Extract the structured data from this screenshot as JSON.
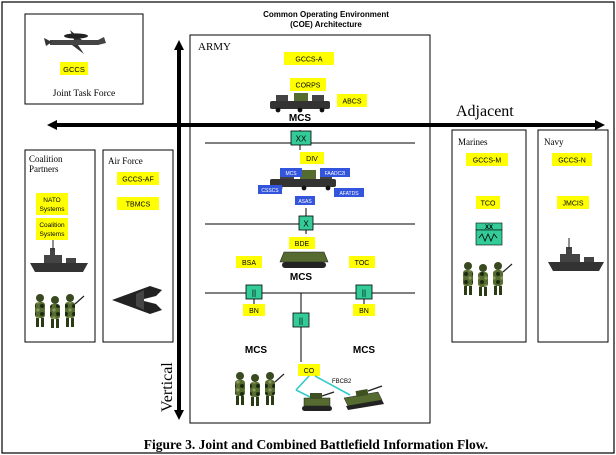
{
  "header": {
    "title_line1": "Common Operating Environment",
    "title_line2": "(COE) Architecture"
  },
  "caption": "Figure 3. Joint and Combined Battlefield Information Flow.",
  "axes": {
    "horizontal_label": "Adjacent",
    "vertical_label": "Vertical"
  },
  "joint_task_force": {
    "badge": "GCCS",
    "label": "Joint Task Force"
  },
  "coalition": {
    "label_line1": "Coalition",
    "label_line2": "Partners",
    "badge1_line1": "NATO",
    "badge1_line2": "Systems",
    "badge2_line1": "Coalition",
    "badge2_line2": "Systems"
  },
  "air_force": {
    "label": "Air Force",
    "badge1": "GCCS-AF",
    "badge2": "TBMCS"
  },
  "marines": {
    "label": "Marines",
    "badge1": "GCCS-M",
    "badge2": "TCO",
    "unit_symbol": "XX"
  },
  "navy": {
    "label": "Navy",
    "badge1": "GCCS-N",
    "badge2": "JMCIS"
  },
  "army": {
    "label": "ARMY",
    "gccs_a": "GCCS-A",
    "corps": "CORPS",
    "abcs": "ABCS",
    "mcs_corps": "MCS",
    "xx": "XX",
    "div": "DIV",
    "div_systems": {
      "mcs": "MCS",
      "faadc2i": "FAADC2I",
      "cssc2s": "CSSCS",
      "asas": "ASAS",
      "afatds": "AFATDS"
    },
    "x": "X",
    "bde": "BDE",
    "bsa": "BSA",
    "toc": "TOC",
    "mcs_bde": "MCS",
    "bn_symbol": "||",
    "bn_left": "BN",
    "bn_right": "BN",
    "mcs_bn_left": "MCS",
    "mcs_bn_right": "MCS",
    "co": "CO",
    "fbcb2": "FBCB2"
  },
  "colors": {
    "badge_yellow": "#ffff00",
    "echelon_green": "#33cc99",
    "system_blue": "#3355dd",
    "link_teal": "#33cccc"
  }
}
